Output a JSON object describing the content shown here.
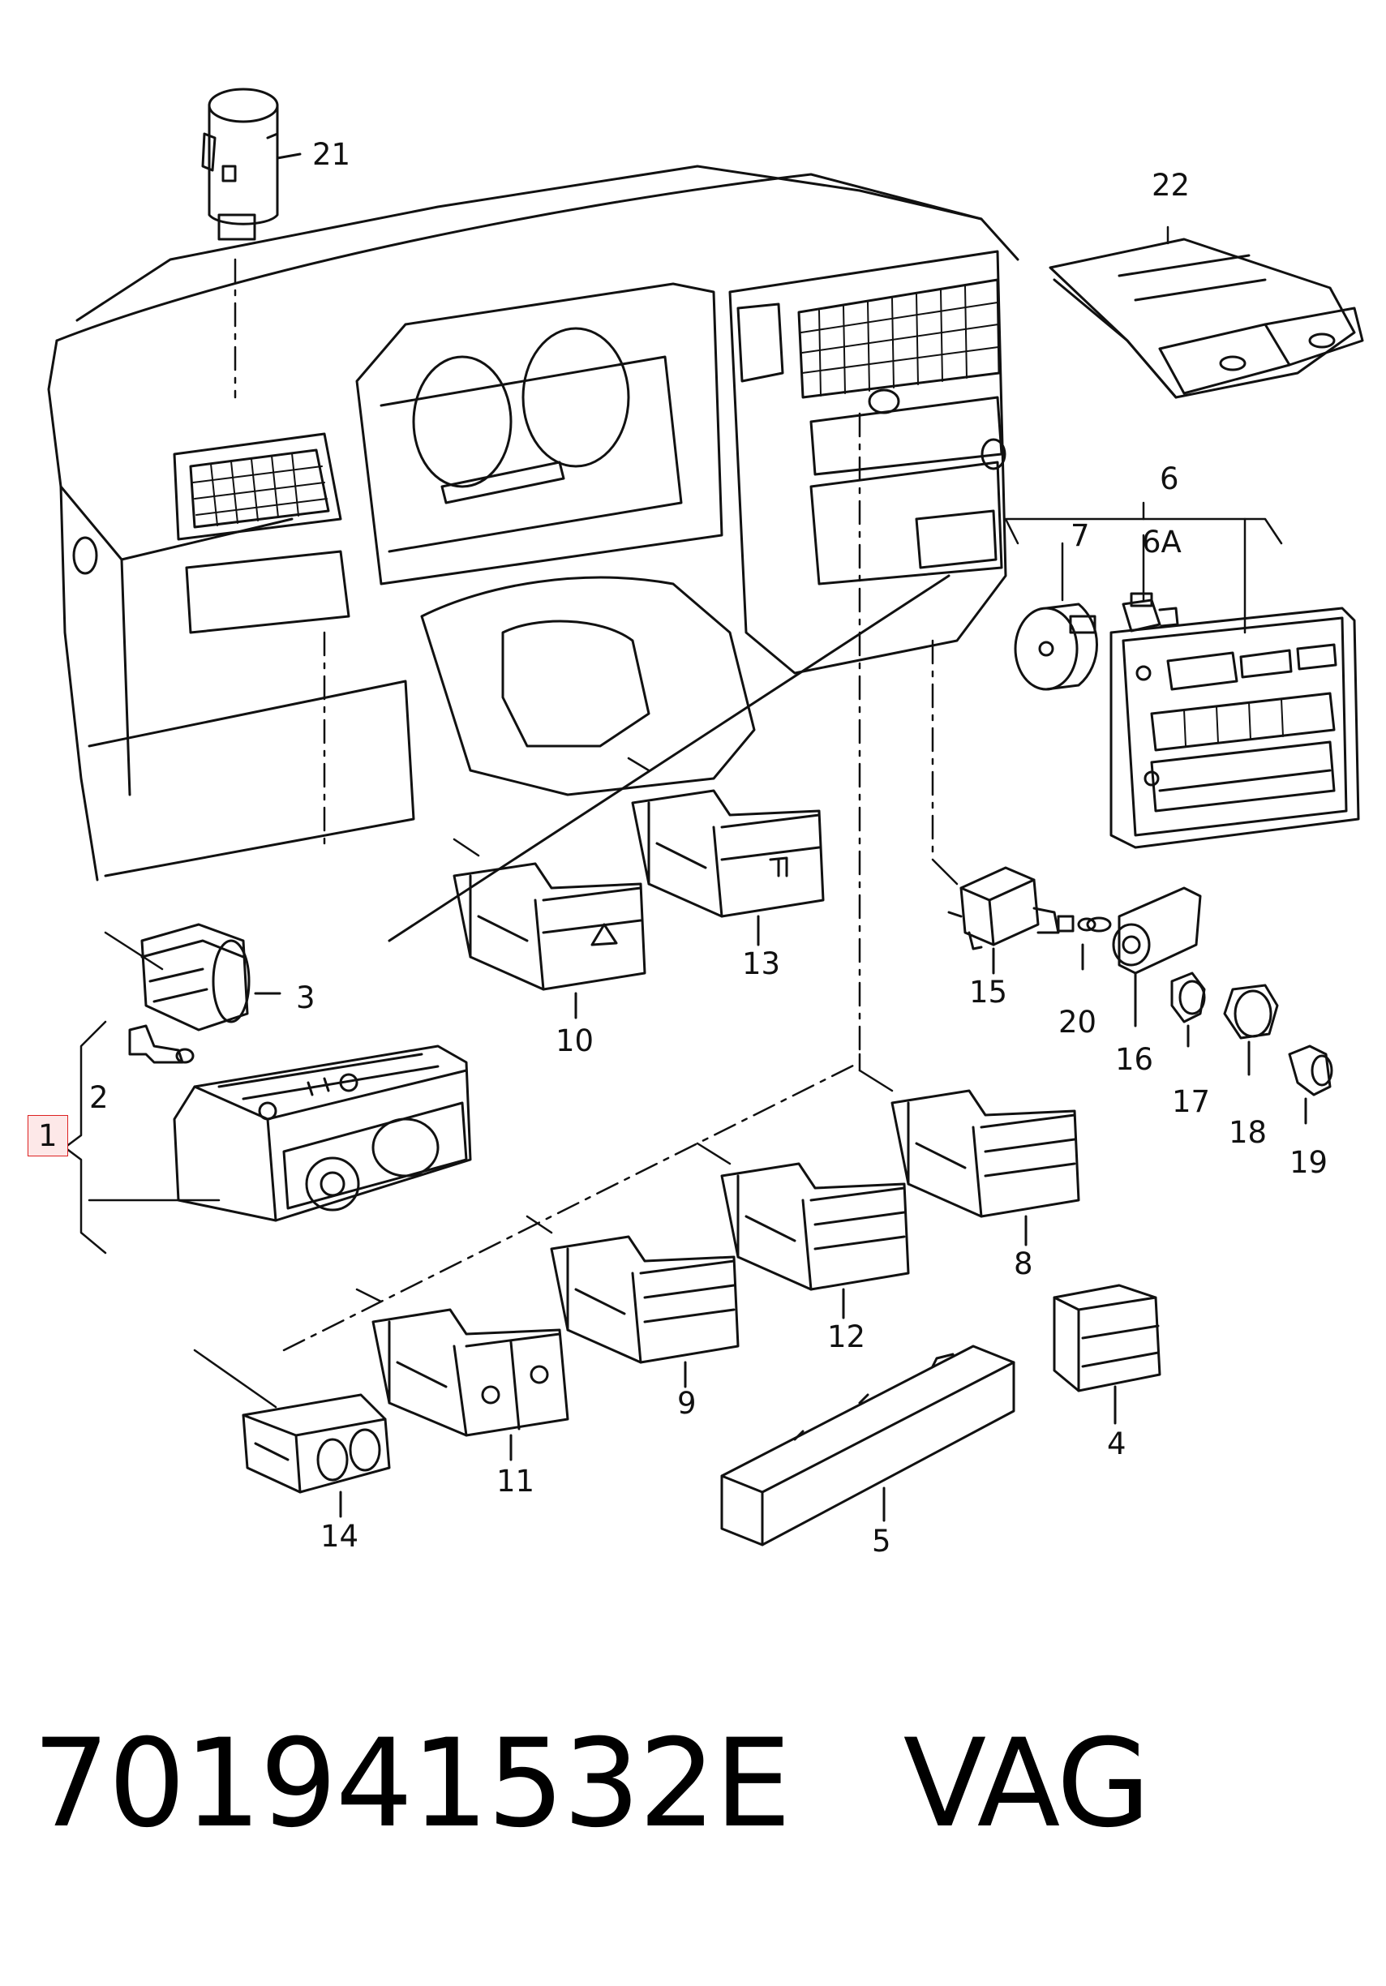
{
  "callouts": {
    "c1": "1",
    "c2": "2",
    "c3": "3",
    "c4": "4",
    "c5": "5",
    "c6": "6",
    "c6a": "6A",
    "c7": "7",
    "c8": "8",
    "c9": "9",
    "c10": "10",
    "c11": "11",
    "c12": "12",
    "c13": "13",
    "c14": "14",
    "c15": "15",
    "c16": "16",
    "c17": "17",
    "c18": "18",
    "c19": "19",
    "c20": "20",
    "c21": "21",
    "c22": "22"
  },
  "highlight": {
    "callout": "1",
    "color": "#d22222"
  },
  "footer": {
    "part_number": "701941532E",
    "brand": "VAG"
  }
}
